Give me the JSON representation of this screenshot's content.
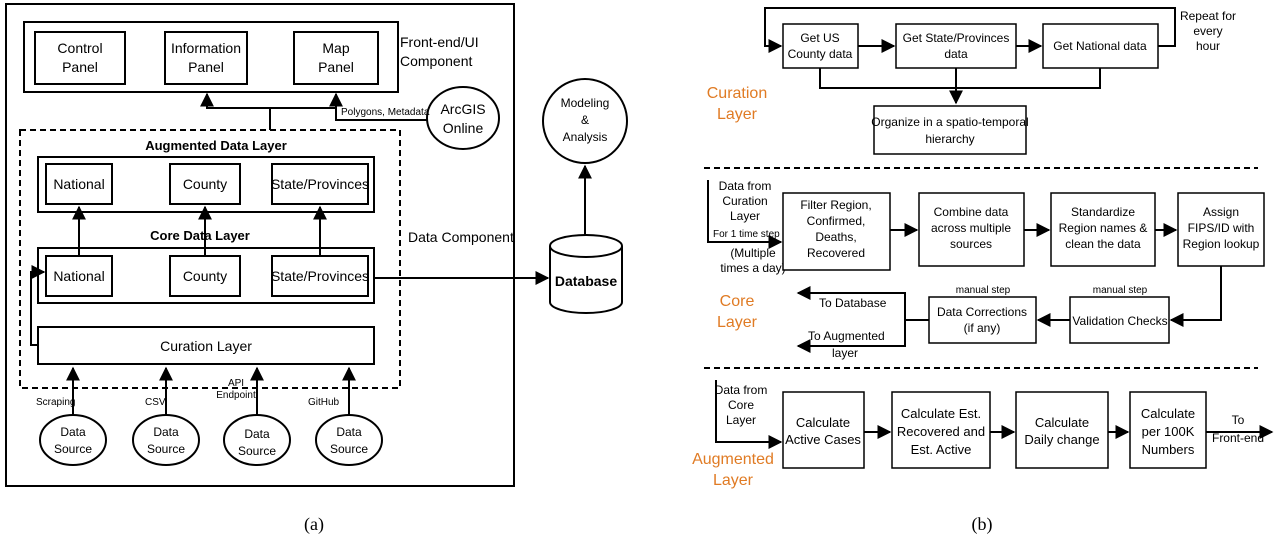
{
  "panel_a": {
    "caption": "(a)",
    "frontend": {
      "control": [
        "Control",
        "Panel"
      ],
      "information": [
        "Information",
        "Panel"
      ],
      "map": [
        "Map",
        "Panel"
      ],
      "label": [
        "Front-end/UI",
        "Component"
      ]
    },
    "arcgis": [
      "ArcGIS",
      "Online"
    ],
    "polygons_label": "Polygons, Metadata",
    "augmented": {
      "title": "Augmented Data Layer",
      "national": "National",
      "county": "County",
      "state": "State/Provinces"
    },
    "core": {
      "title": "Core Data Layer",
      "national": "National",
      "county": "County",
      "state": "State/Provinces"
    },
    "data_component_label": "Data Component",
    "curation": "Curation Layer",
    "modeling": [
      "Modeling",
      "&",
      "Analysis"
    ],
    "database": "Database",
    "sources": [
      {
        "method": "Scraping",
        "label": [
          "Data",
          "Source"
        ]
      },
      {
        "method": "CSV",
        "label": [
          "Data",
          "Source"
        ]
      },
      {
        "method": [
          "API",
          "Endpoint"
        ],
        "label": [
          "Data",
          "Source"
        ]
      },
      {
        "method": "GitHub",
        "label": [
          "Data",
          "Source"
        ]
      }
    ]
  },
  "panel_b": {
    "caption": "(b)",
    "layer_colors": {
      "label": "#E07B24"
    },
    "curation": {
      "label": [
        "Curation",
        "Layer"
      ],
      "us_county": [
        "Get US",
        "County data"
      ],
      "state": [
        "Get State/Provinces",
        "data"
      ],
      "national": "Get National data",
      "repeat": [
        "Repeat for",
        "every",
        "hour"
      ],
      "organize": [
        "Organize in a spatio-temporal",
        "hierarchy"
      ]
    },
    "core": {
      "label": [
        "Core",
        "Layer"
      ],
      "input": [
        "Data from",
        "Curation",
        "Layer"
      ],
      "time_step": "For 1 time step",
      "multiple": [
        "(Multiple",
        "times a day)"
      ],
      "filter": [
        "Filter Region,",
        "Confirmed,",
        "Deaths,",
        "Recovered"
      ],
      "combine": [
        "Combine data",
        "across multiple",
        "sources"
      ],
      "standardize": [
        "Standardize",
        "Region names &",
        "clean the data"
      ],
      "assign": [
        "Assign",
        "FIPS/ID with",
        "Region lookup"
      ],
      "validation": "Validation Checks",
      "manual_step_1": "manual step",
      "corrections": [
        "Data Corrections",
        "(if any)"
      ],
      "manual_step_2": "manual step",
      "to_database": "To Database",
      "to_augmented": [
        "To Augmented",
        "layer"
      ]
    },
    "augmented": {
      "label": [
        "Augmented",
        "Layer"
      ],
      "input": [
        "Data from",
        "Core",
        "Layer"
      ],
      "active": [
        "Calculate",
        "Active Cases"
      ],
      "est": [
        "Calculate Est.",
        "Recovered and",
        "Est. Active"
      ],
      "daily": [
        "Calculate",
        "Daily change"
      ],
      "per100k": [
        "Calculate",
        "per 100K",
        "Numbers"
      ],
      "frontend": [
        "To",
        "Front-end"
      ]
    }
  }
}
